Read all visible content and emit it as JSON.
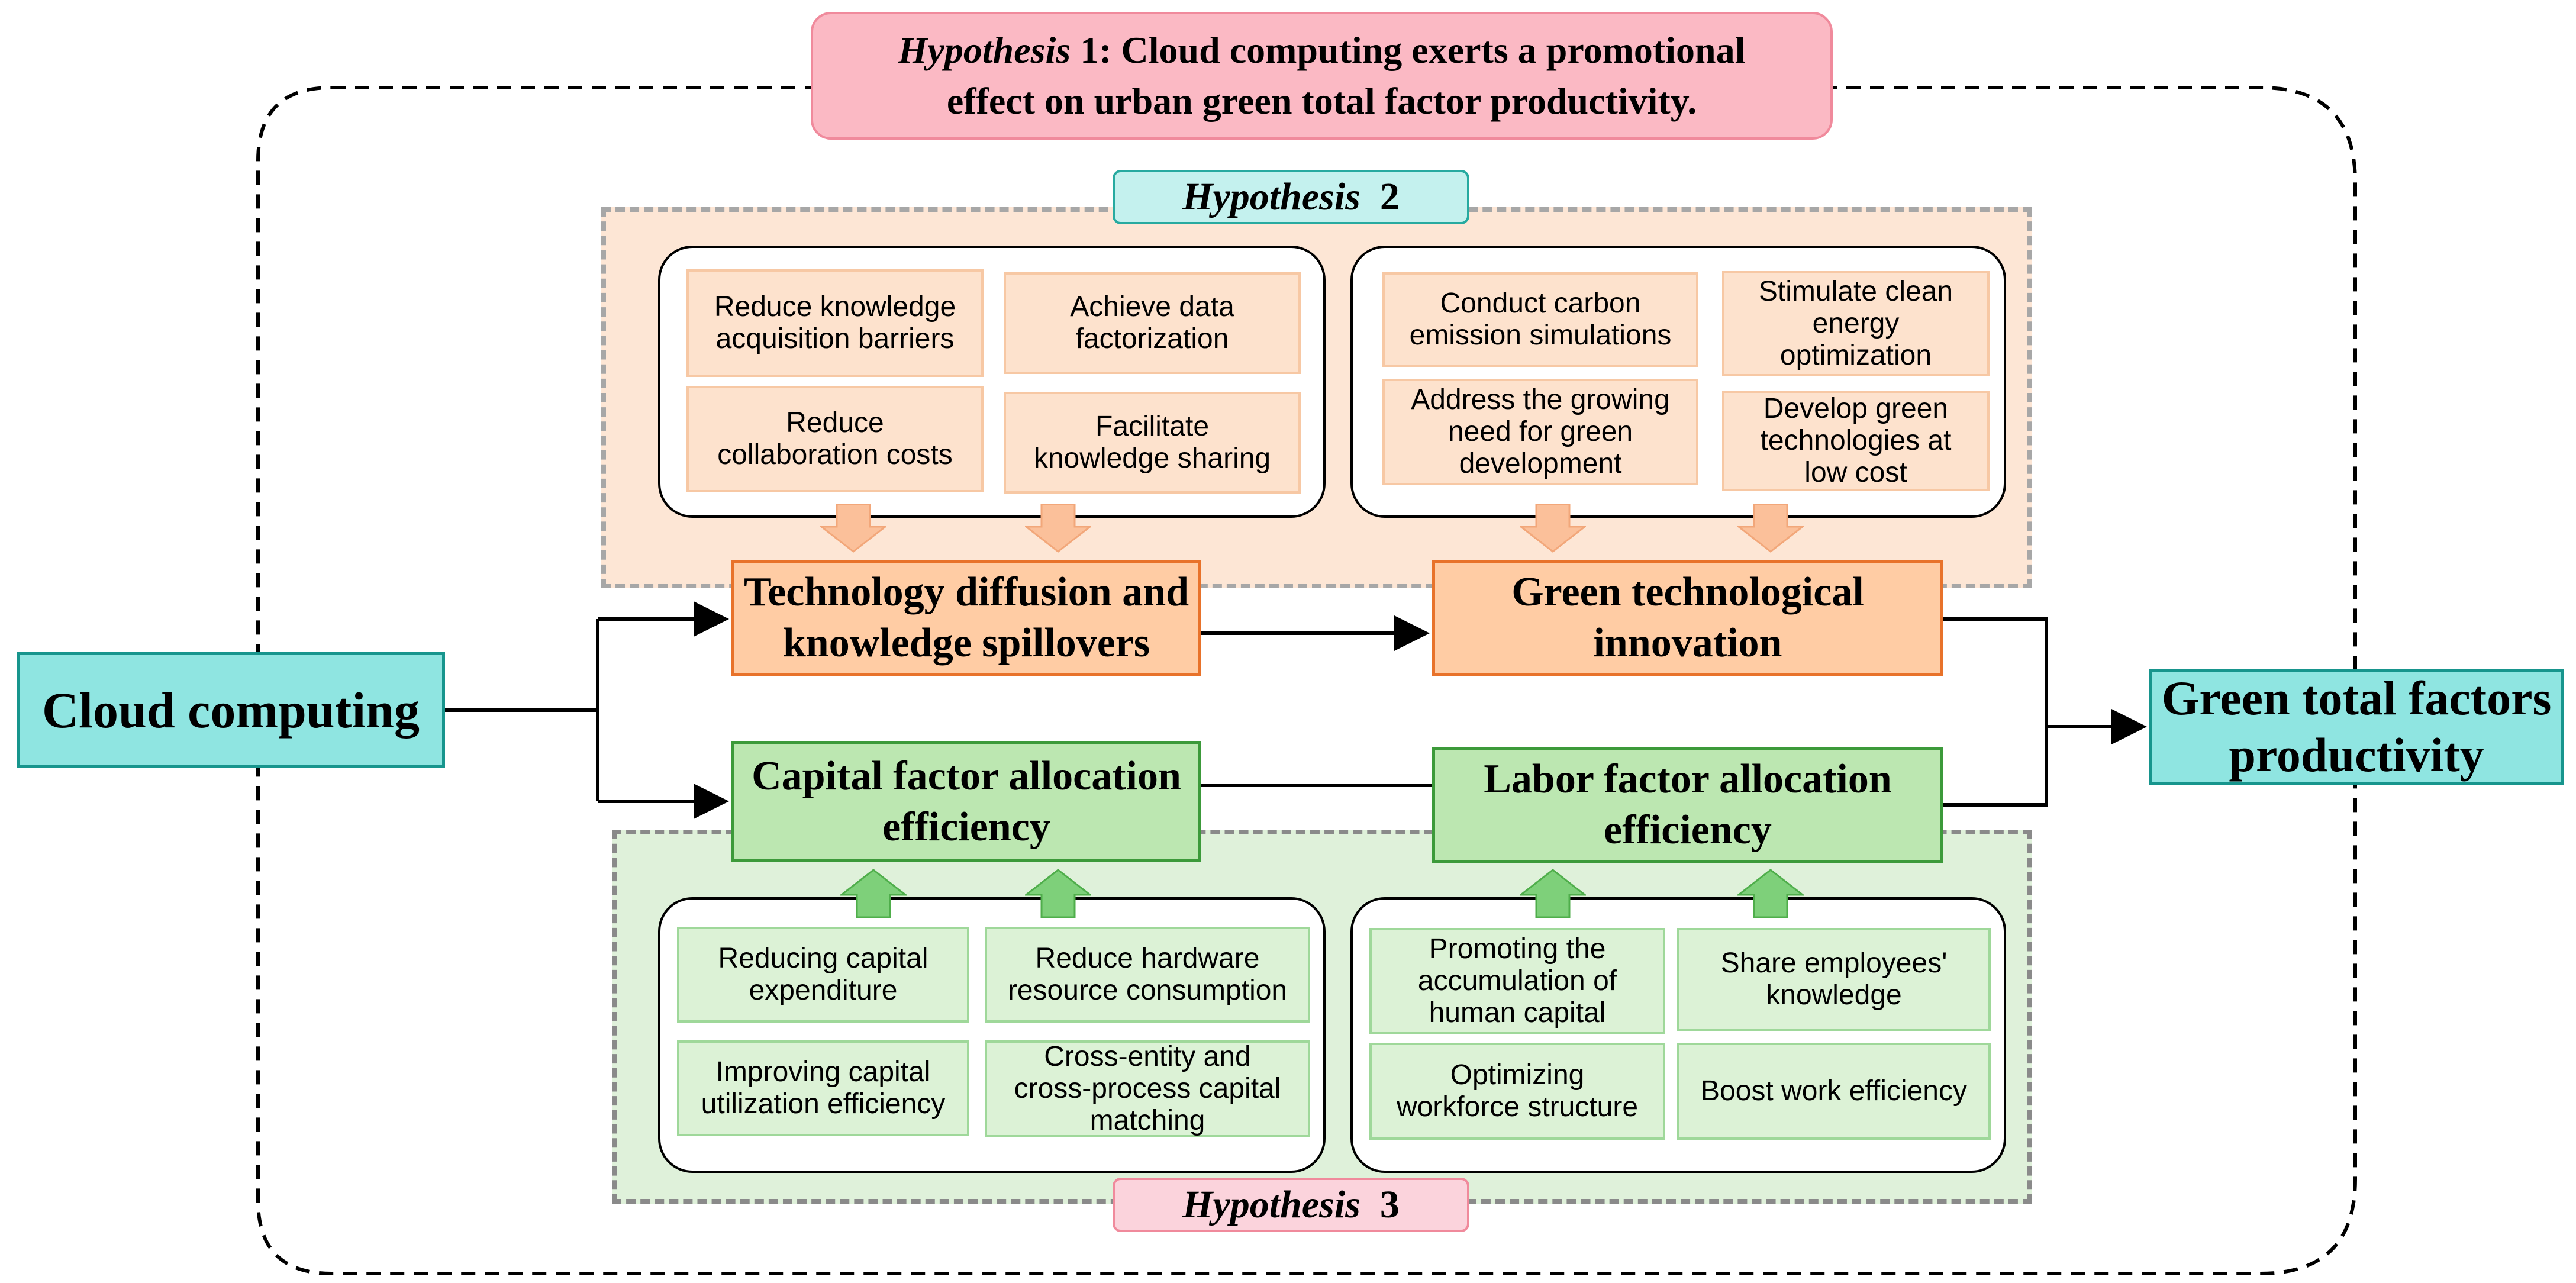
{
  "hypotheses": {
    "h1": {
      "label": "Hypothesis",
      "number": " 1",
      "text_line1": ": Cloud computing exerts a promotional",
      "text_line2": "effect on urban green total factor productivity."
    },
    "h2": {
      "label": "Hypothesis",
      "number": "2"
    },
    "h3": {
      "label": "Hypothesis",
      "number": "3"
    }
  },
  "nodes": {
    "cloud": "Cloud computing",
    "gtfp_line1": "Green total factors",
    "gtfp_line2": "productivity",
    "tech_line1": "Technology diffusion and",
    "tech_line2": "knowledge spillovers",
    "green_line1": "Green technological",
    "green_line2": "innovation",
    "capital_line1": "Capital factor allocation",
    "capital_line2": "efficiency",
    "labor_line1": "Labor factor allocation",
    "labor_line2": "efficiency"
  },
  "groups": {
    "tech_items": [
      {
        "l1": "Reduce knowledge",
        "l2": "acquisition barriers"
      },
      {
        "l1": "Achieve data",
        "l2": "factorization"
      },
      {
        "l1": "Reduce",
        "l2": "collaboration costs"
      },
      {
        "l1": "Facilitate",
        "l2": "knowledge sharing"
      }
    ],
    "green_items": [
      {
        "l1": "Conduct carbon",
        "l2": "emission simulations",
        "l3": ""
      },
      {
        "l1": "Stimulate clean",
        "l2": "energy",
        "l3": "optimization"
      },
      {
        "l1": "Address the growing",
        "l2": "need for green",
        "l3": "development"
      },
      {
        "l1": "Develop green",
        "l2": "technologies at",
        "l3": "low cost"
      }
    ],
    "capital_items": [
      {
        "l1": "Reducing capital",
        "l2": "expenditure",
        "l3": ""
      },
      {
        "l1": "Reduce hardware",
        "l2": "resource consumption",
        "l3": ""
      },
      {
        "l1": "Improving capital",
        "l2": "utilization efficiency",
        "l3": ""
      },
      {
        "l1": "Cross-entity and",
        "l2": "cross-process capital",
        "l3": "matching"
      }
    ],
    "labor_items": [
      {
        "l1": "Promoting the",
        "l2": "accumulation of",
        "l3": "human capital"
      },
      {
        "l1": "Share employees'",
        "l2": "knowledge",
        "l3": ""
      },
      {
        "l1": "Optimizing",
        "l2": "workforce structure",
        "l3": ""
      },
      {
        "l1": "Boost work efficiency",
        "l2": "",
        "l3": ""
      }
    ]
  },
  "colors": {
    "orange_fill": "#ffcca4",
    "orange_border": "#e8722a",
    "green_fill": "#bce7b1",
    "green_border": "#3c9a3a",
    "teal_fill": "#8fe5e1",
    "pink_fill": "#fbb9c4"
  }
}
